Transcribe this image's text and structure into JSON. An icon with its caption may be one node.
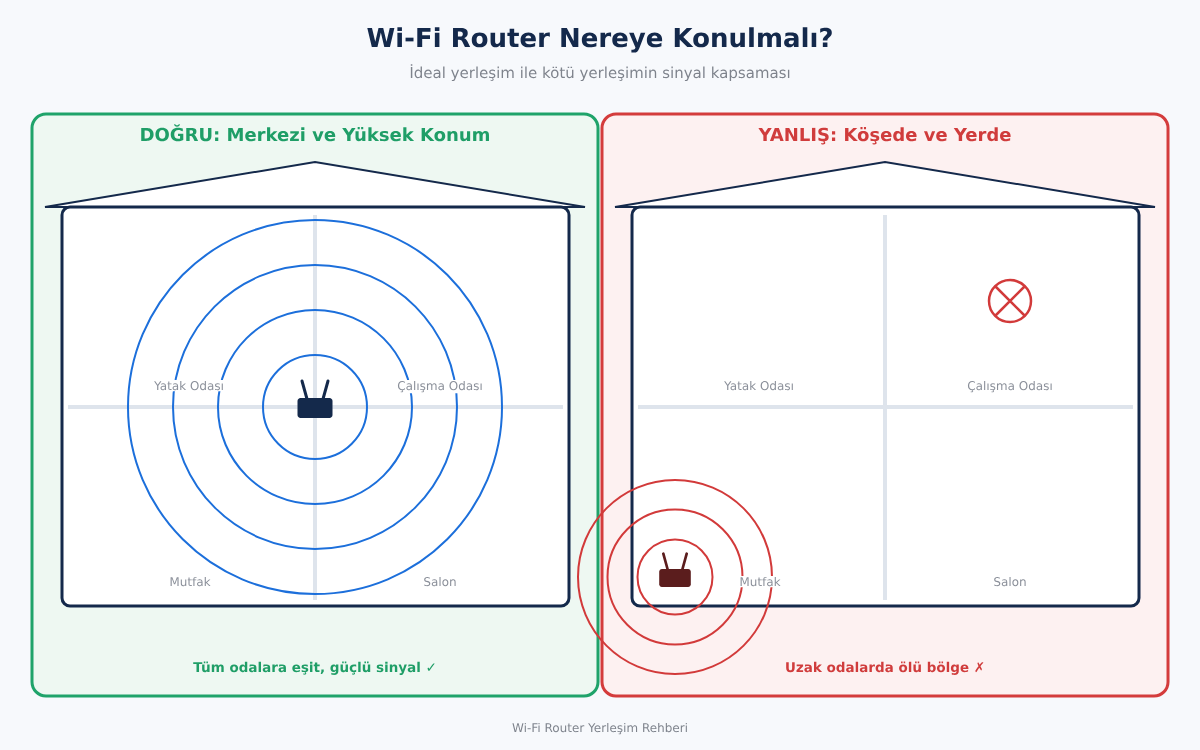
{
  "diagram": {
    "title": "Wi-Fi Router Nereye Konulmalı?",
    "nodes": [
      {
        "text": [
          "DOĞRU: Merkezi ve Yüksek Konum",
          "Tüm odalara eşit, güçlü sinyal ✓"
        ]
      },
      {
        "text": [
          "Yatak Odası",
          "Çalışma Odası",
          "Mutfak",
          "Salon"
        ],
        "in": 0
      },
      {
        "text": [
          "YANLIŞ: Köşede ve Yerde",
          "Uzak odalarda ölü bölge ✗"
        ]
      },
      {
        "text": [
          "Yatak Odası",
          "Çalışma Odası",
          "Mutfak",
          "Salon"
        ],
        "in": 2
      }
    ],
    "labels": [
      "İdeal yerleşim ile kötü yerleşimin sinyal kapsaması",
      "Wi-Fi Router Yerleşim Rehberi"
    ]
  }
}
